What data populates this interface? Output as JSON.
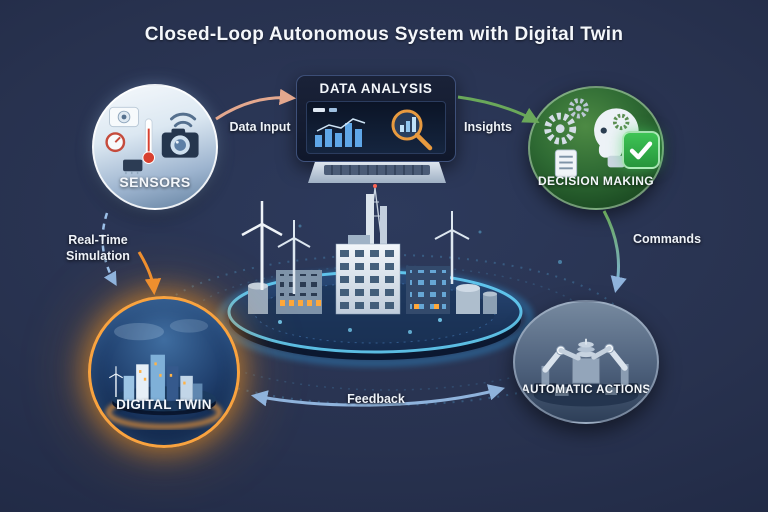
{
  "title": "Closed-Loop Autonomous System with Digital Twin",
  "nodes": {
    "sensors": {
      "label": "SENSORS"
    },
    "data_analysis": {
      "label": "DATA ANALYSIS"
    },
    "decision_making": {
      "label": "DECISION MAKING"
    },
    "digital_twin": {
      "label": "DIGITAL TWIN"
    },
    "automatic_actions": {
      "label": "AUTOMATIC ACTIONS"
    }
  },
  "edges": {
    "data_input": {
      "label": "Data Input",
      "from": "sensors",
      "to": "data_analysis",
      "color": "#e4a88e"
    },
    "insights": {
      "label": "Insights",
      "from": "data_analysis",
      "to": "decision_making",
      "color": "#6aa85a"
    },
    "commands": {
      "label": "Commands",
      "from": "decision_making",
      "to": "automatic_actions",
      "color": "#7fb3dd"
    },
    "feedback": {
      "label": "Feedback",
      "from": "automatic_actions",
      "to": "digital_twin",
      "color": "#8fb3dc"
    },
    "real_time_simulation": {
      "label": "Real-Time Simulation",
      "from": "sensors",
      "to": "digital_twin",
      "color": "#9cc0e8"
    }
  },
  "icon_names": [
    "camera-icon",
    "webcam-icon",
    "thermometer-icon",
    "wifi-icon",
    "gauge-icon",
    "sensor-chip-icon",
    "laptop-icon",
    "bar-chart-icon",
    "magnifier-icon",
    "gear-icon",
    "robot-head-icon",
    "checklist-icon",
    "checkmark-icon",
    "factory-icon",
    "wind-turbine-icon",
    "mast-icon",
    "city-icon",
    "robot-arm-icon"
  ],
  "colors": {
    "background": "#232c49",
    "sensors_node": "#cfdeed",
    "decision_node_green": "#2e6a33",
    "checkmark_green": "#35b44a",
    "digital_twin_glow_orange": "#f8961e",
    "platform_ring_blue": "#5ad1ff",
    "actions_node_slate": "#4e617c",
    "arrow_data_input": "#e4a88e",
    "arrow_insights": "#6aa85a",
    "arrow_commands": "#7fb3dd",
    "arrow_feedback": "#8fb3dc",
    "arrow_simulation_blue": "#9cc0e8",
    "arrow_simulation_orange": "#ef8f2e"
  }
}
